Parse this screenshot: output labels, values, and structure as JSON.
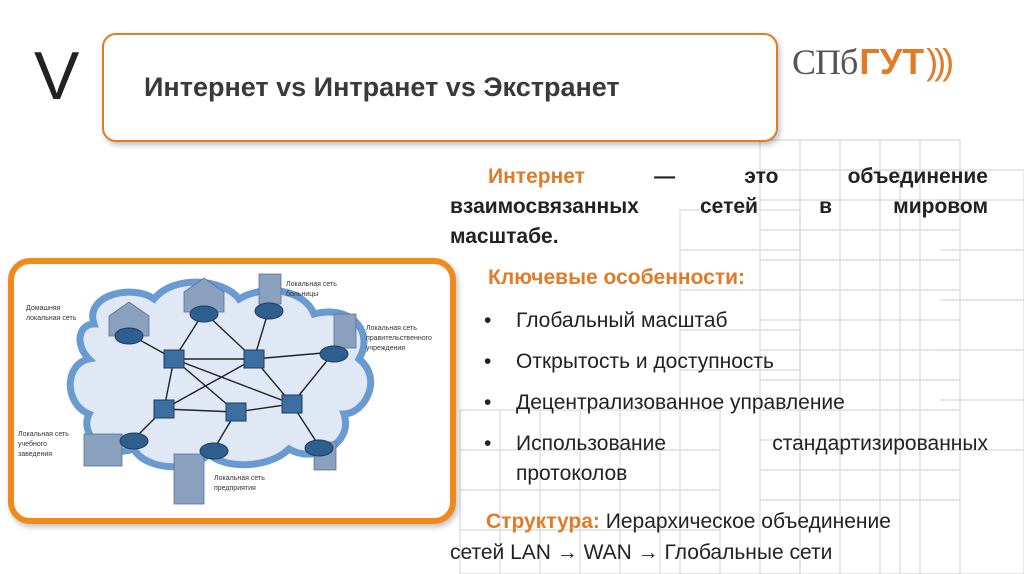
{
  "slide": {
    "numeral": "V",
    "title": "Интернет vs Интранет vs Экстранет"
  },
  "logo": {
    "part1": "СПб",
    "part2": "ГУТ",
    "waves": ")))",
    "accent_color": "#e07b28"
  },
  "definition": {
    "term": "Интернет",
    "line1_words": [
      "—",
      "это",
      "объединение"
    ],
    "line2_words": [
      "взаимосвязанных",
      "сетей",
      "в",
      "мировом"
    ],
    "line3": "масштабе."
  },
  "features": {
    "title": "Ключевые особенности:",
    "items": [
      {
        "text": "Глобальный масштаб"
      },
      {
        "text": "Открытость и доступность"
      },
      {
        "text": "Децентрализованное управление"
      },
      {
        "line1_words": [
          "Использование",
          "стандартизированных"
        ],
        "line2": "протоколов"
      }
    ]
  },
  "structure": {
    "label": "Структура:",
    "line1": " Иерархическое объединение",
    "line2": "сетей LAN → WAN → Глобальные сети"
  },
  "diagram": {
    "labels": {
      "home": [
        "Домашняя",
        "локальная сеть"
      ],
      "hospital": [
        "Локальная сеть",
        "больницы"
      ],
      "government": [
        "Локальная сеть",
        "правительственного",
        "учреждения"
      ],
      "school": [
        "Локальная сеть",
        "учебного",
        "заведения"
      ],
      "enterprise": [
        "Локальная сеть",
        "предприятия"
      ]
    }
  }
}
